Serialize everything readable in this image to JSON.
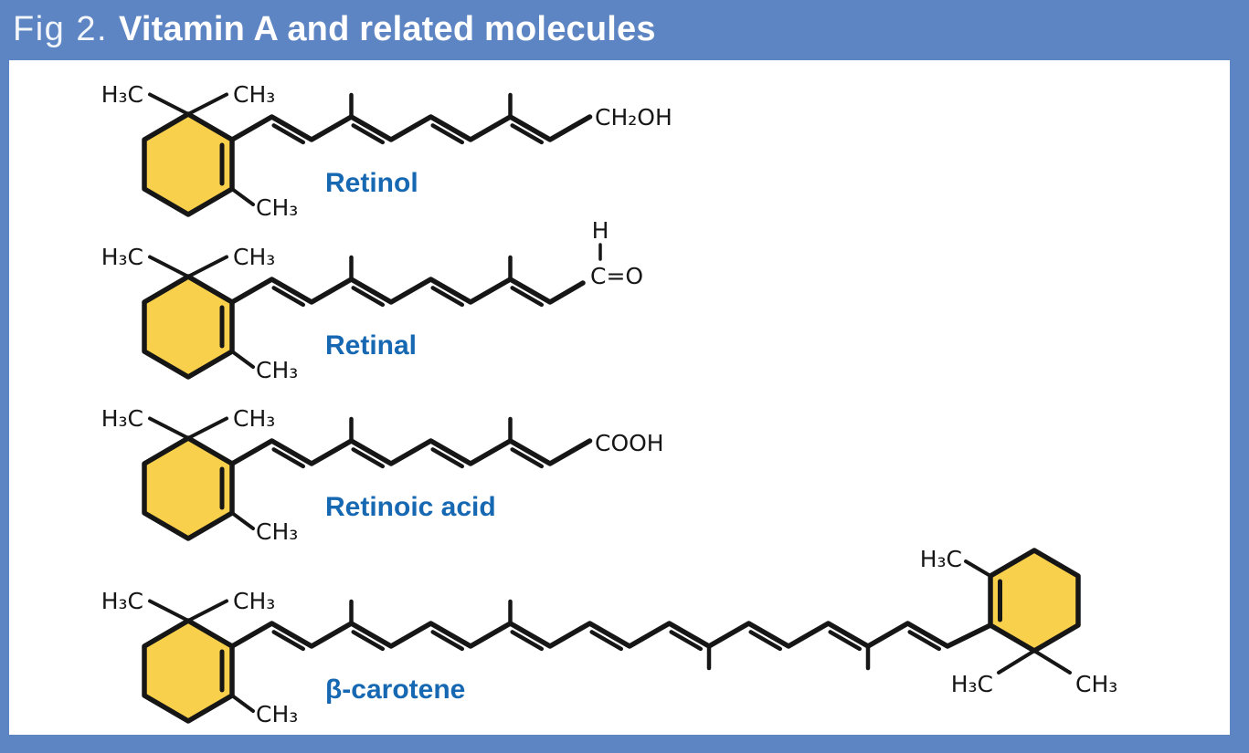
{
  "figure": {
    "label": "Fig 2.",
    "title": "Vitamin A and related molecules"
  },
  "colors": {
    "frame_blue": "#5e85c3",
    "panel_white": "#ffffff",
    "ring_fill_yellow": "#f9d04c",
    "bond_black": "#161616",
    "name_label_blue": "#1668b2",
    "header_text": "#ffffff"
  },
  "molecules": [
    {
      "name": "Retinol",
      "labels": {
        "gem_left": "H₃C",
        "gem_right": "CH₃",
        "ring_methyl": "CH₃",
        "terminal": "CH₂OH"
      }
    },
    {
      "name": "Retinal",
      "labels": {
        "gem_left": "H₃C",
        "gem_right": "CH₃",
        "ring_methyl": "CH₃",
        "terminal_h": "H",
        "terminal": "C=O"
      }
    },
    {
      "name": "Retinoic acid",
      "labels": {
        "gem_left": "H₃C",
        "gem_right": "CH₃",
        "ring_methyl": "CH₃",
        "terminal": "COOH"
      }
    },
    {
      "name": "β-carotene",
      "labels": {
        "gem_left": "H₃C",
        "gem_right": "CH₃",
        "ring_methyl": "CH₃",
        "right_ring_methyl": "H₃C",
        "right_gem_left": "H₃C",
        "right_gem_right": "CH₃"
      }
    }
  ]
}
